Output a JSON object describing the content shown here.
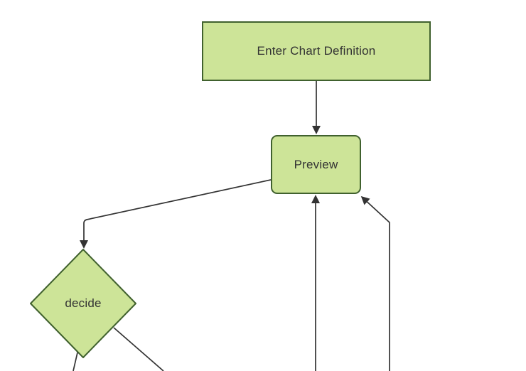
{
  "diagram": {
    "type": "flowchart",
    "nodes": {
      "enter_chart_definition": {
        "label": "Enter Chart Definition",
        "shape": "rectangle"
      },
      "preview": {
        "label": "Preview",
        "shape": "rounded-rectangle"
      },
      "decide": {
        "label": "decide",
        "shape": "diamond"
      }
    },
    "edges": [
      {
        "from": "enter_chart_definition",
        "to": "preview",
        "arrow": true
      },
      {
        "from": "preview",
        "to": "decide",
        "arrow": true
      },
      {
        "from": "offscreen-bottom-center",
        "to": "preview",
        "arrow": true
      },
      {
        "from": "offscreen-bottom-right",
        "to": "preview",
        "arrow": true
      },
      {
        "from": "decide",
        "to": "offscreen-bottom-left",
        "arrow": false
      },
      {
        "from": "decide",
        "to": "offscreen-bottom-right",
        "arrow": false
      }
    ],
    "colors": {
      "node_fill": "#cde498",
      "node_border": "#40612e",
      "edge_line": "#333333",
      "label_text": "#333333",
      "background": "#ffffff"
    }
  }
}
